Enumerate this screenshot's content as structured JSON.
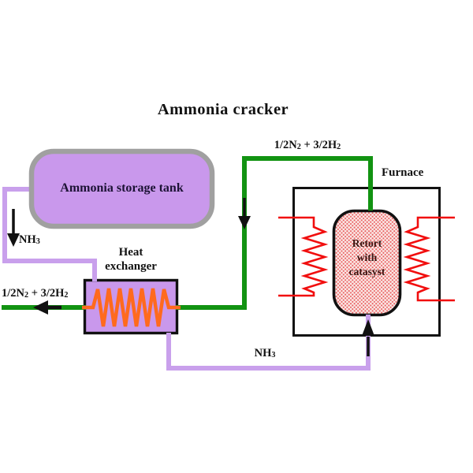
{
  "title": "Ammonia cracker",
  "tank": {
    "label": "Ammonia storage tank"
  },
  "heat_exchanger": {
    "label_line1": "Heat",
    "label_line2": "exchanger"
  },
  "furnace": {
    "label": "Furnace"
  },
  "retort": {
    "label_line1": "Retort",
    "label_line2": "with",
    "label_line3": "catasyst"
  },
  "streams": {
    "nh3_feed": {
      "formula": "NH",
      "subscript": "3"
    },
    "nh3_return": {
      "formula": "NH",
      "subscript": "3"
    },
    "cracked_gas_top": {
      "part1": "1/2N",
      "sub1": "2",
      "part2": " + 3/2H",
      "sub2": "2"
    },
    "cracked_gas_out": {
      "part1": "1/2N",
      "sub1": "2",
      "part2": " + 3/2H",
      "sub2": "2"
    }
  },
  "colors": {
    "pipe_nh3_purple": "#c9a0ec",
    "pipe_gas_green": "#129312",
    "vessel_fill_purple": "#c998ec",
    "tank_border_gray": "#a0a0a0",
    "coil_orange": "#ff6a1e",
    "heater_red": "#f10e0e",
    "retort_dot_red": "#e85d5d",
    "retort_text_maroon": "#3a1410",
    "outline_black": "#111111"
  }
}
